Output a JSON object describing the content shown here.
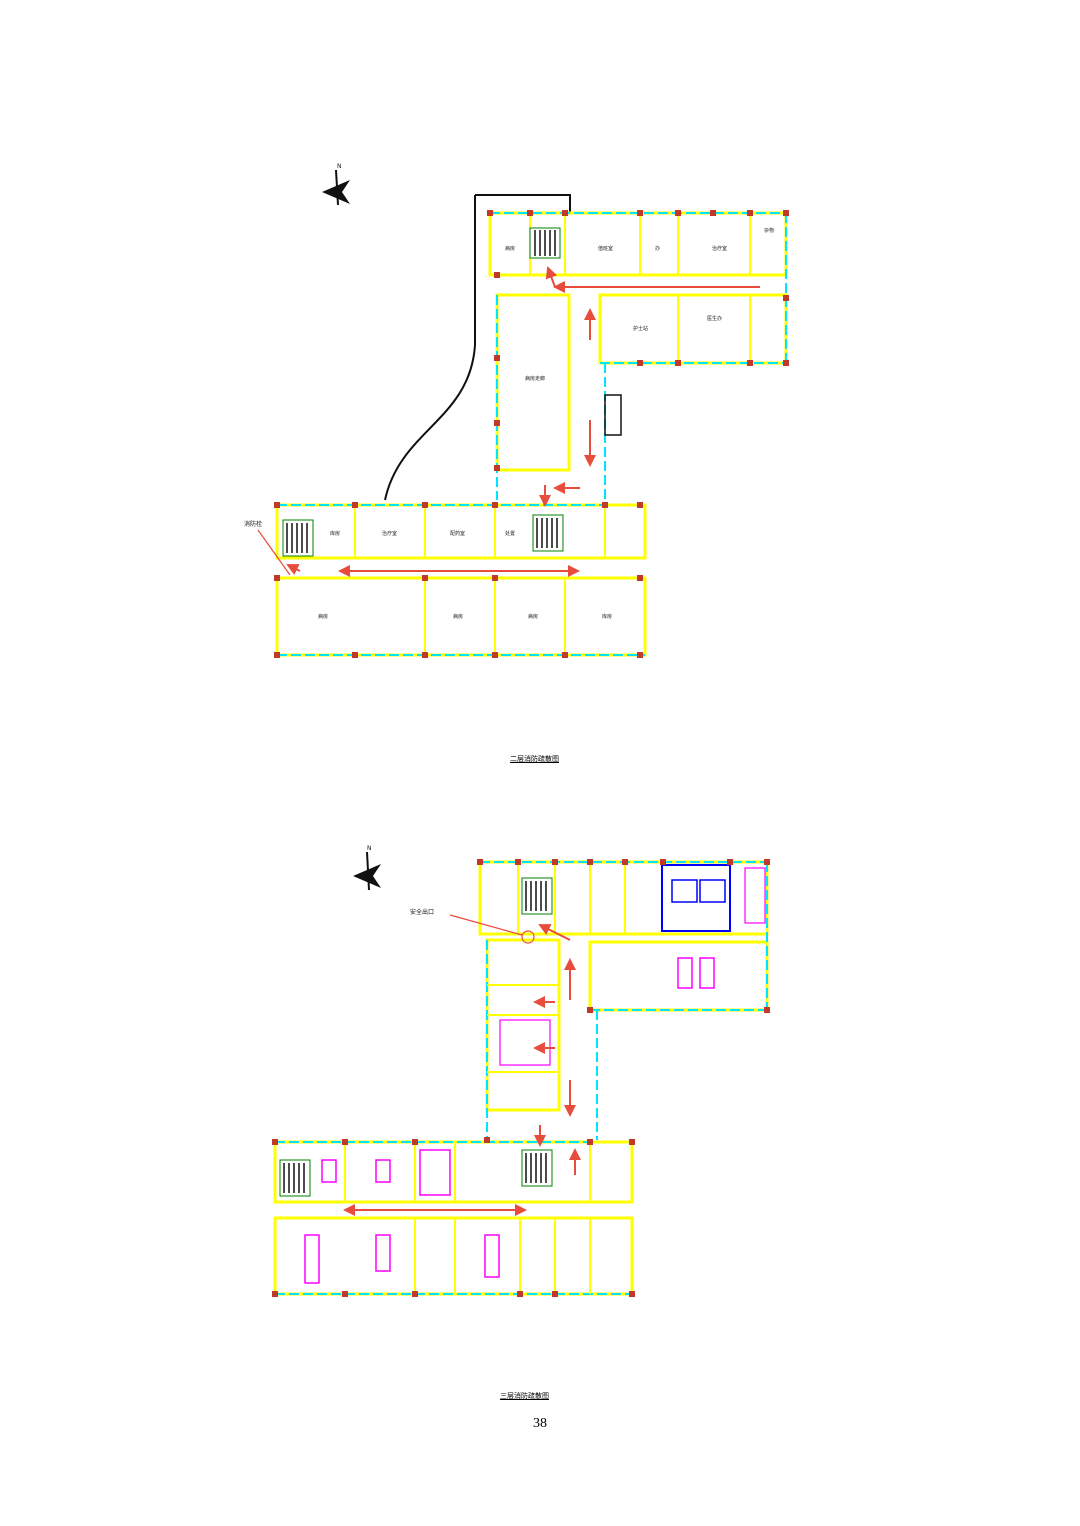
{
  "page": {
    "number": "38"
  },
  "figures": [
    {
      "id": "floor-plan-upper",
      "caption": "二层消防疏散图",
      "north_label": "N",
      "callout": "消防栓",
      "room_labels": [
        "病房",
        "值班室",
        "办",
        "治疗室",
        "杂物",
        "护士站",
        "医生办",
        "病房走廊",
        "库房",
        "治疗室",
        "配药室",
        "处置",
        "病房",
        "病房",
        "病房",
        "库房"
      ]
    },
    {
      "id": "floor-plan-lower",
      "caption": "三层消防疏散图",
      "north_label": "N",
      "callout": "安全出口"
    }
  ],
  "colors": {
    "wall": "#ffff00",
    "glazing": "#00e5ff",
    "column": "#c0392b",
    "evacuation_arrow": "#e74c3c",
    "outline": "#111111",
    "furniture": "#ff00ff",
    "equipment": "#0000ff",
    "stair": "#008000"
  },
  "icons": [
    "north-arrow-icon",
    "evacuation-arrow-icon",
    "stair-icon",
    "column-icon"
  ]
}
